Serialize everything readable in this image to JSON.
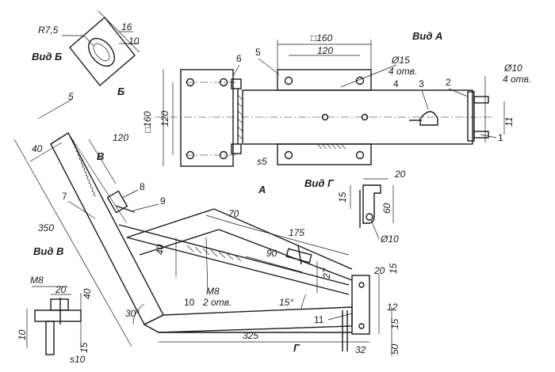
{
  "views": {
    "view_a": "Вид А",
    "view_b": "Вид Б",
    "view_v": "Вид В",
    "view_g": "Вид Г"
  },
  "markers": {
    "a": "А",
    "b": "Б",
    "v": "В",
    "g": "Г"
  },
  "parts": [
    "1",
    "2",
    "3",
    "4",
    "5",
    "6",
    "7",
    "8",
    "9",
    "10",
    "11"
  ],
  "view_a": {
    "width_sq": "□160",
    "inner_120": "120",
    "hole_d15": "Ø15",
    "hole_count_4": "4 отв.",
    "hole_d10": "Ø10",
    "hole_count_4b": "4 отв.",
    "height_sq": "□160",
    "height_120": "120",
    "thickness": "s5",
    "dim_11": "11"
  },
  "view_b": {
    "radius": "R7,5",
    "dim_16": "16",
    "dim_10": "10"
  },
  "view_g": {
    "dim_20": "20",
    "dim_15": "15",
    "dim_60": "60",
    "hole_d10": "Ø10"
  },
  "view_v": {
    "thread": "M8",
    "dim_20": "20",
    "dim_40": "40",
    "dim_10": "10",
    "dim_15": "15",
    "thickness": "s10"
  },
  "main": {
    "dim_5": "5",
    "dim_40_top": "40",
    "dim_120": "120",
    "dim_350": "350",
    "dim_40_mid": "40",
    "dim_70": "70",
    "dim_175": "175",
    "dim_90": "90",
    "dim_27": "27",
    "thread": "M8",
    "hole_count_2": "2 отв.",
    "angle_30": "30°",
    "angle_15": "15°",
    "dim_325": "325",
    "dim_32": "32",
    "dim_20": "20",
    "dim_15": "15",
    "dim_12": "12",
    "dim_15b": "15",
    "dim_50": "50"
  }
}
